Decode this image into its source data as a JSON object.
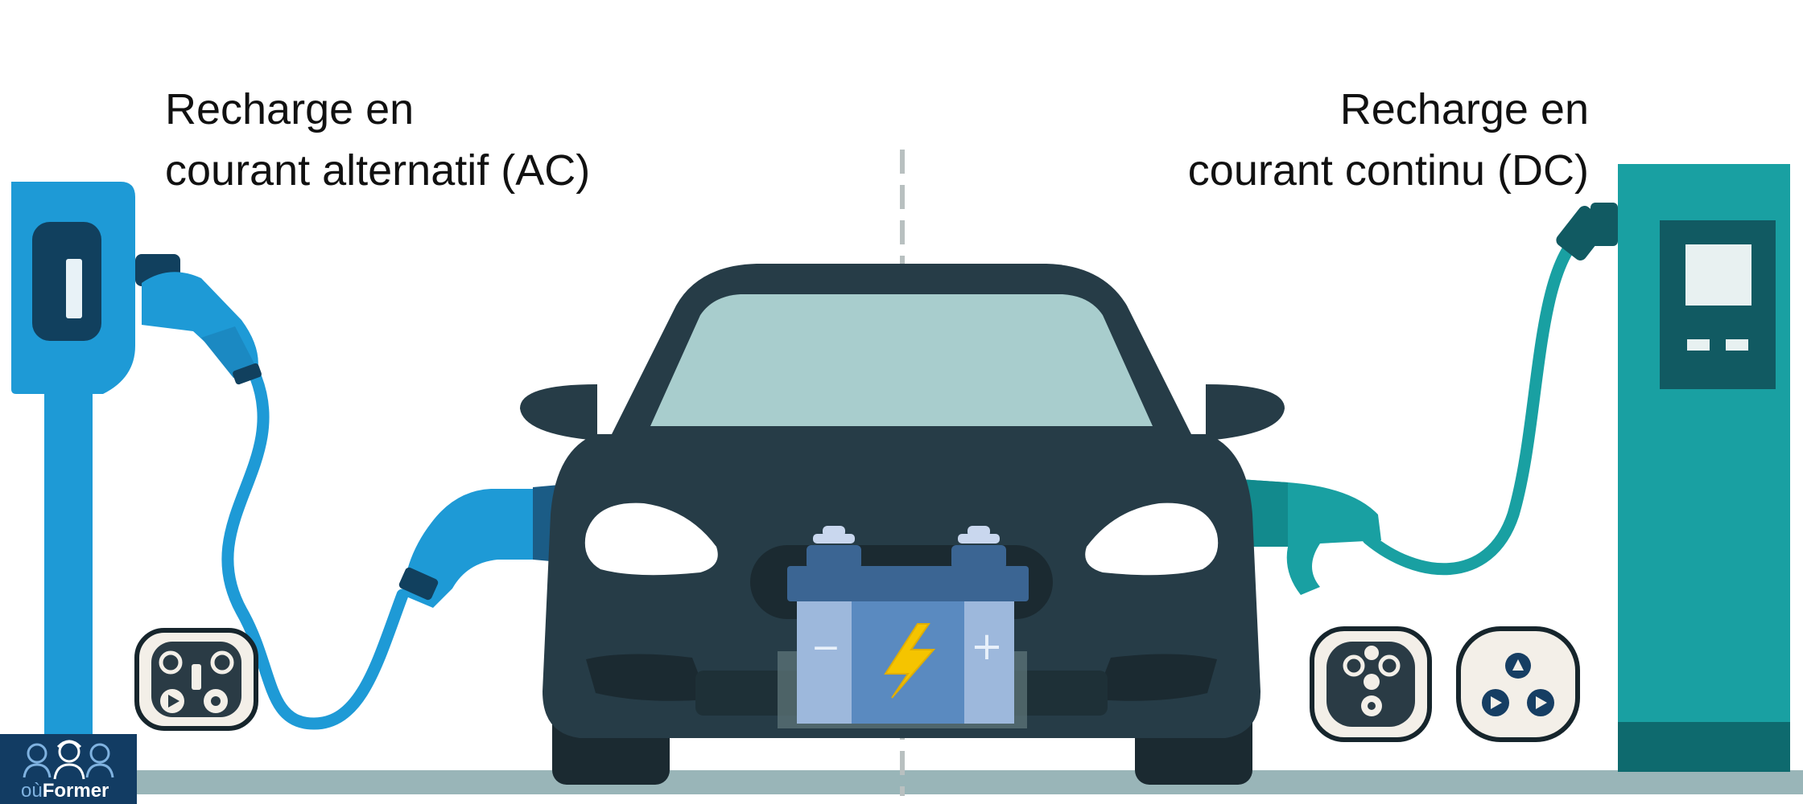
{
  "captions": {
    "ac": {
      "line1": "Recharge en",
      "line2": "courant alternatif (AC)"
    },
    "dc": {
      "line1": "Recharge en",
      "line2": "courant continu (DC)"
    }
  },
  "battery": {
    "minus": "−",
    "plus": "+"
  },
  "logo": {
    "prefix": "où",
    "name": "Former"
  },
  "colors": {
    "ac_blue": "#1e9ad6",
    "dc_teal": "#19a0a2",
    "car_body": "#263c47",
    "windshield": "#a8cdcd",
    "battery_light": "#9db8dc",
    "battery_mid": "#5a8ac0",
    "battery_dark": "#3b6593",
    "bolt": "#f5c400",
    "ground": "#99b5b8",
    "logo_bg": "#123c63"
  },
  "icons": [
    "type2-connector-icon",
    "ccs-connector-icon",
    "chademo-connector-icon",
    "lightning-bolt-icon",
    "logo-people-icon"
  ]
}
